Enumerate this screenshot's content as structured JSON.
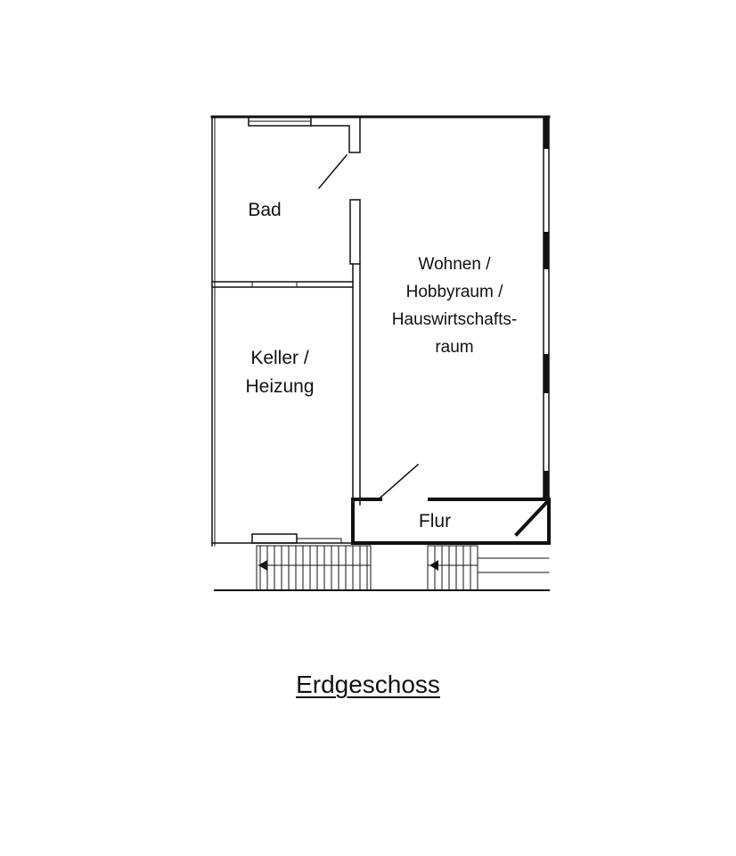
{
  "floor_plan": {
    "title": "Erdgeschoss",
    "rooms": [
      {
        "id": "bad",
        "label": "Bad"
      },
      {
        "id": "keller",
        "label_lines": [
          "Keller /",
          "Heizung"
        ]
      },
      {
        "id": "wohnen",
        "label_lines": [
          "Wohnen /",
          "Hobbyraum /",
          "Hauswirtschafts-",
          "raum"
        ]
      },
      {
        "id": "flur",
        "label": "Flur"
      }
    ],
    "colors": {
      "line": "#111111",
      "background": "#ffffff"
    }
  }
}
